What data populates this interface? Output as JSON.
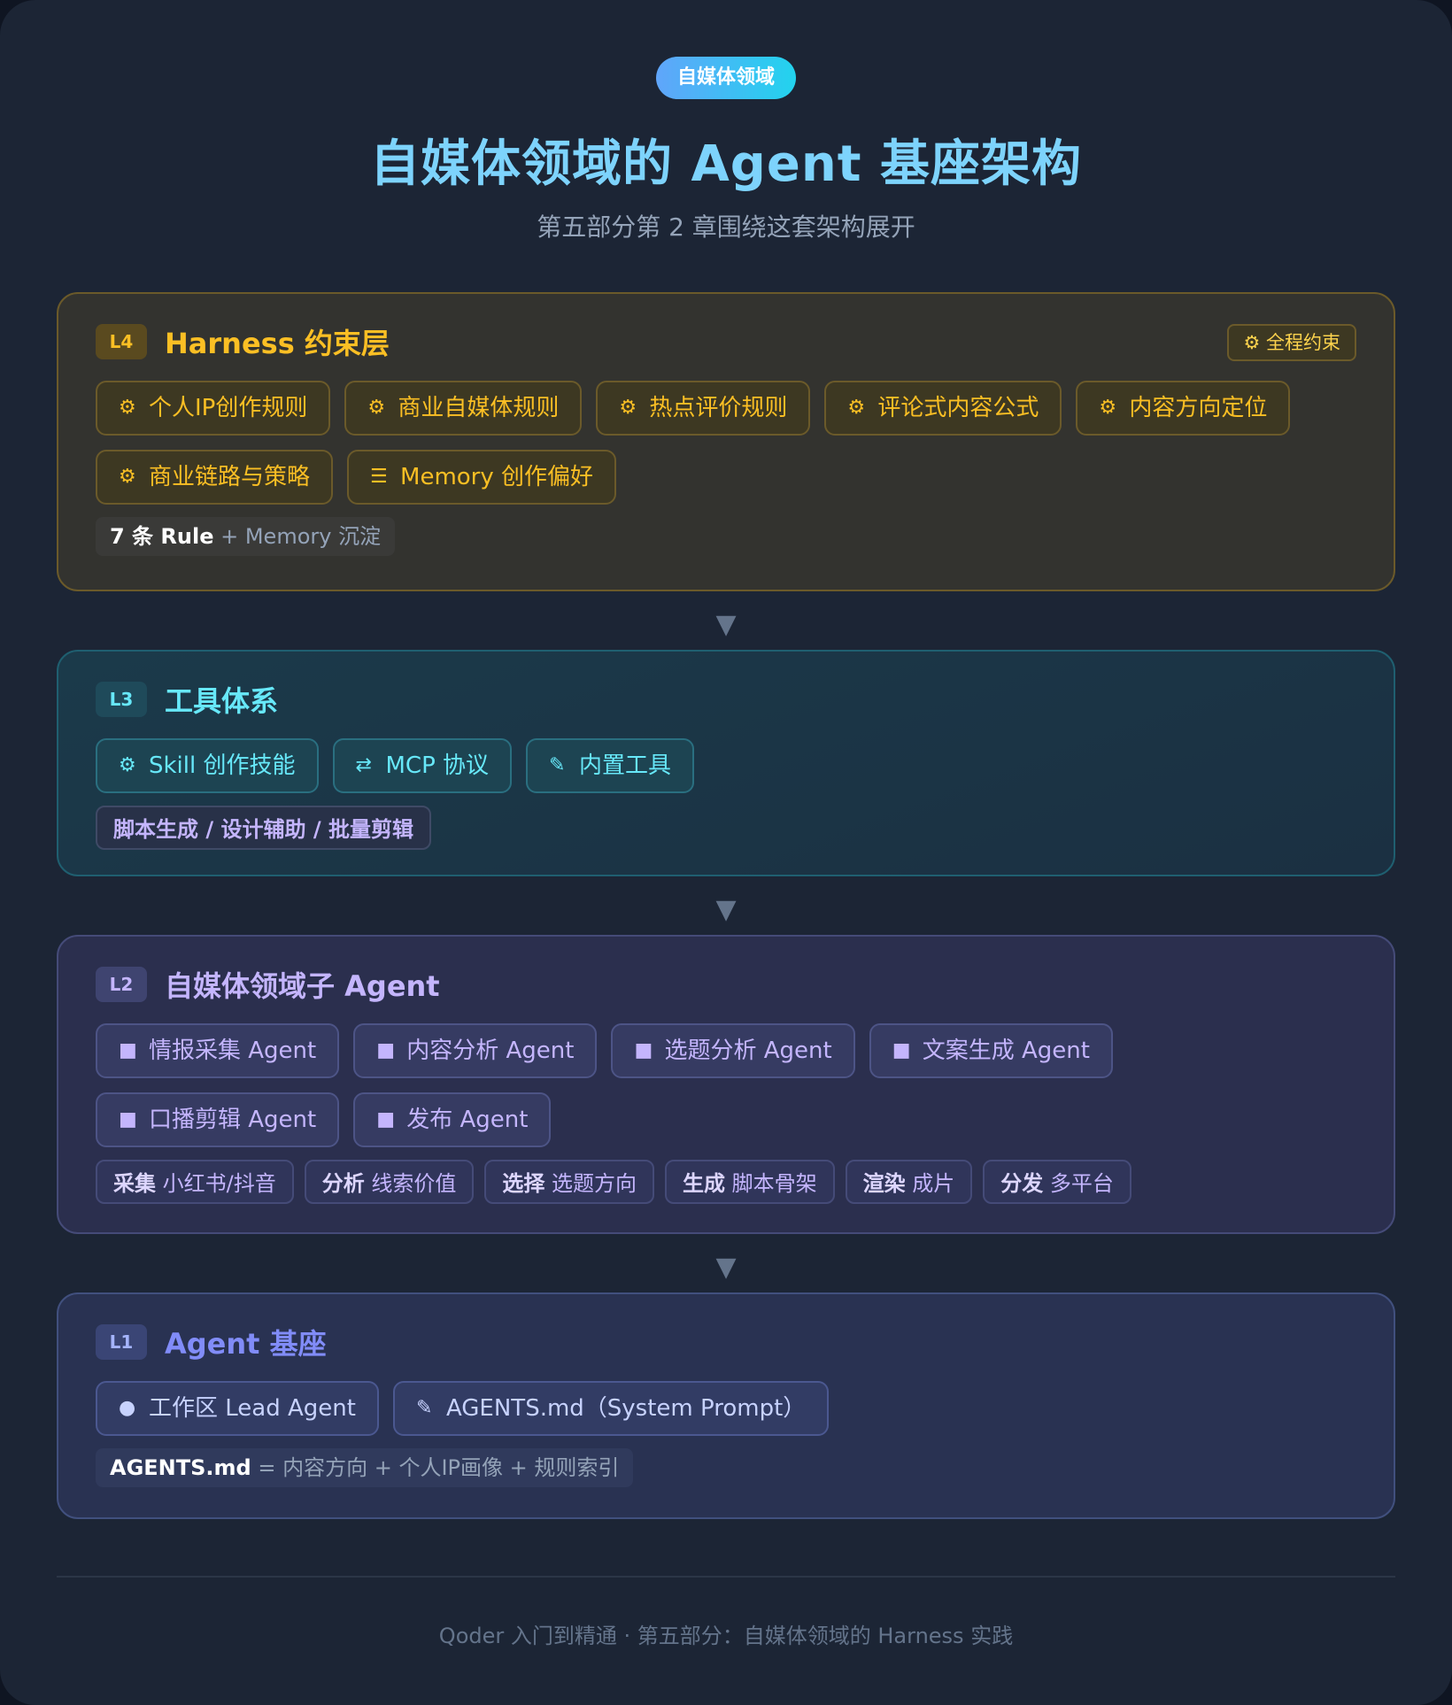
{
  "header": {
    "pill": "自媒体领域",
    "title": "自媒体领域的 Agent 基座架构",
    "subtitle": "第五部分第 2 章围绕这套架构展开"
  },
  "layers": [
    {
      "level": "L4",
      "title": "Harness 约束层",
      "corner": {
        "icon": "gear-icon",
        "label": "全程约束"
      },
      "chips": [
        {
          "icon": "gear-icon",
          "label": "个人IP创作规则"
        },
        {
          "icon": "gear-icon",
          "label": "商业自媒体规则"
        },
        {
          "icon": "gear-icon",
          "label": "热点评价规则"
        },
        {
          "icon": "gear-icon",
          "label": "评论式内容公式"
        },
        {
          "icon": "gear-icon",
          "label": "内容方向定位"
        },
        {
          "icon": "gear-icon",
          "label": "商业链路与策略"
        },
        {
          "icon": "list-icon",
          "label": "Memory 创作偏好"
        }
      ],
      "note": {
        "strong": "7 条 Rule",
        "text": " + Memory 沉淀"
      }
    },
    {
      "level": "L3",
      "title": "工具体系",
      "chips": [
        {
          "icon": "gear-icon",
          "label": "Skill 创作技能"
        },
        {
          "icon": "swap-icon",
          "label": "MCP 协议"
        },
        {
          "icon": "pencil-icon",
          "label": "内置工具"
        }
      ],
      "tag": "脚本生成 / 设计辅助 / 批量剪辑"
    },
    {
      "level": "L2",
      "title": "自媒体领域子 Agent",
      "chips": [
        {
          "icon": "square-icon",
          "label": "情报采集 Agent"
        },
        {
          "icon": "square-icon",
          "label": "内容分析 Agent"
        },
        {
          "icon": "square-icon",
          "label": "选题分析 Agent"
        },
        {
          "icon": "square-icon",
          "label": "文案生成 Agent"
        },
        {
          "icon": "square-icon",
          "label": "口播剪辑 Agent"
        },
        {
          "icon": "square-icon",
          "label": "发布 Agent"
        }
      ],
      "tags": [
        {
          "strong": "采集",
          "text": " 小红书/抖音"
        },
        {
          "strong": "分析",
          "text": " 线索价值"
        },
        {
          "strong": "选择",
          "text": " 选题方向"
        },
        {
          "strong": "生成",
          "text": " 脚本骨架"
        },
        {
          "strong": "渲染",
          "text": " 成片"
        },
        {
          "strong": "分发",
          "text": " 多平台"
        }
      ]
    },
    {
      "level": "L1",
      "title": "Agent 基座",
      "chips": [
        {
          "icon": "dot-icon",
          "label": "工作区 Lead Agent"
        },
        {
          "icon": "pencil-icon",
          "label": "AGENTS.md（System Prompt）"
        }
      ],
      "note": {
        "strong": "AGENTS.md",
        "text": " = 内容方向 + 个人IP画像 + 规则索引"
      }
    }
  ],
  "arrow_glyph": "▼",
  "footer": "Qoder 入门到精通 · 第五部分：自媒体领域的 Harness 实践"
}
